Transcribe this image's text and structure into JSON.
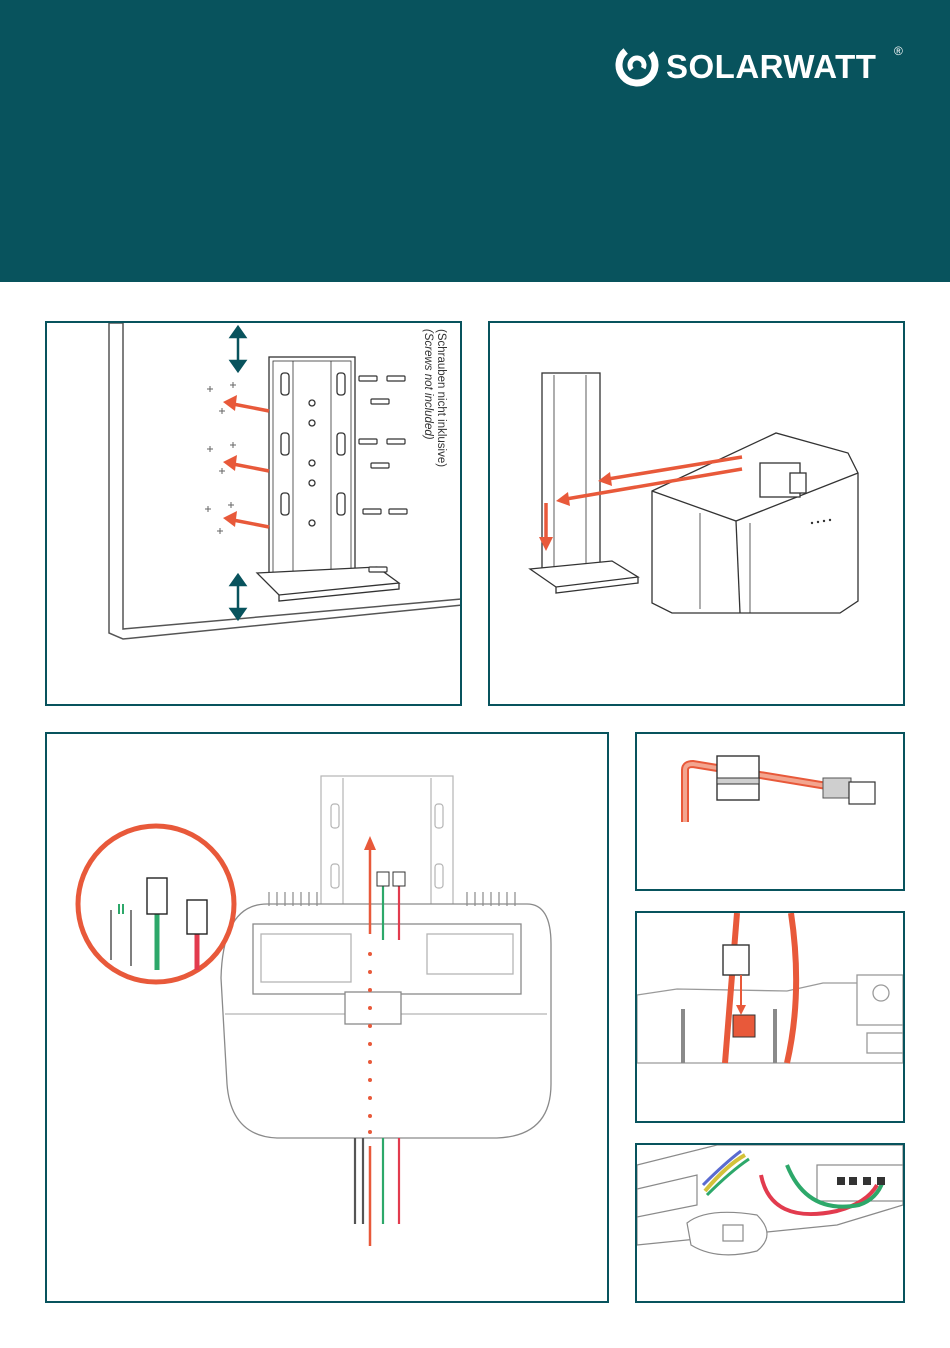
{
  "brand": {
    "name": "SOLARWATT",
    "registered_mark": "®",
    "header_color": "#08535d",
    "accent_color": "#e8593a"
  },
  "panels": {
    "wall_mount": {
      "note_de": "(Schrauben nicht inklusive)",
      "note_en": "(Screws not included)"
    }
  },
  "icons": {
    "logo": "solarwatt-swirl-icon",
    "arrow": "orange-arrow-icon",
    "double_arrow": "teal-double-arrow-icon"
  }
}
